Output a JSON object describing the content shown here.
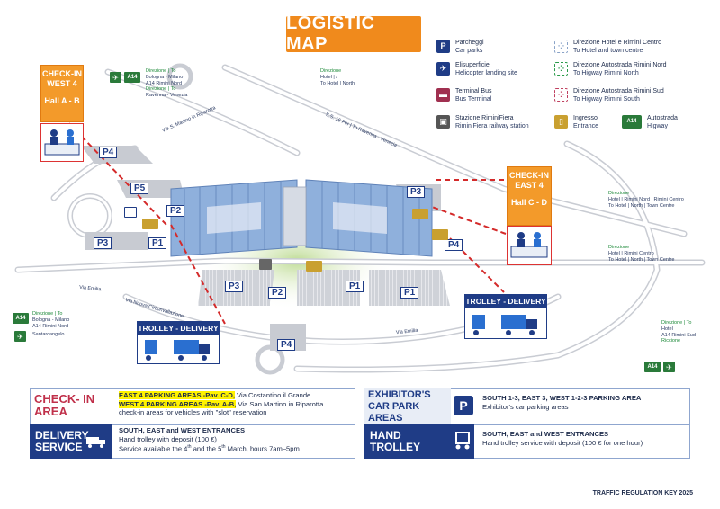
{
  "title": "LOGISTIC MAP",
  "legend": [
    {
      "icon": "parking-icon",
      "color": "#1f3c86",
      "glyph": "P",
      "line1": "Parcheggi",
      "line2": "Car parks"
    },
    {
      "icon": "helicopter-icon",
      "color": "#1f3c86",
      "glyph": "✈",
      "line1": "Elisuperficie",
      "line2": "Helicopter landing site"
    },
    {
      "icon": "bus-icon",
      "color": "#a03050",
      "glyph": "▬",
      "line1": "Terminal Bus",
      "line2": "Bus Terminal"
    },
    {
      "icon": "train-icon",
      "color": "#555555",
      "glyph": "▣",
      "line1": "Stazione RiminiFiera",
      "line2": "RiminiFiera railway station"
    },
    {
      "icon": "hotel-direction-icon",
      "color": "#ffffff",
      "glyph": "⁘",
      "line1": "Direzione Hotel e Rimini Centro",
      "line2": "To Hotel and town centre"
    },
    {
      "icon": "highway-north-icon",
      "color": "#ffffff",
      "glyph": "⁘",
      "line1": "Direzione Autostrada Rimini Nord",
      "line2": "To Higway Rimini North"
    },
    {
      "icon": "highway-south-icon",
      "color": "#ffffff",
      "glyph": "⁘",
      "line1": "Direzione Autostrada Rimini Sud",
      "line2": "To Higway Rimini South"
    },
    {
      "icon": "entrance-icon",
      "color": "#c9a030",
      "glyph": "▯",
      "line1": "Ingresso",
      "line2": "Entrance"
    },
    {
      "icon": "motorway-icon",
      "color": "#2a7a3a",
      "glyph": "A14",
      "line1": "Autostrada",
      "line2": "Higway"
    }
  ],
  "checkin_west": {
    "title_line1": "CHECK-IN",
    "title_line2": "WEST 4",
    "hall": "Hall A - B"
  },
  "checkin_east": {
    "title_line1": "CHECK-IN",
    "title_line2": "EAST 4",
    "hall": "Hall C - D"
  },
  "trolley_left": "TROLLEY  -  DELIVERY",
  "trolley_right": "TROLLEY   -  DELIVERY",
  "badges": {
    "a14": "A14",
    "plane": "✈"
  },
  "directions": {
    "top_left_1": "Direzione | To",
    "top_left_2": "Bologna - Milano",
    "top_left_3": "A14 Rimini Nord",
    "top_left_4": "Direzione | To",
    "top_left_5": "Ravenna - Venezia",
    "top_mid_1": "Direzione",
    "top_mid_2": "Hotel | /",
    "top_mid_3": "To Hotel | North",
    "right_1a": "Direzione",
    "right_1b": "Hotel | Rimini Nord | Rimini Centro",
    "right_1c": "To Hotel | North | Town Centre",
    "right_2a": "Direzione",
    "right_2b": "Hotel | Rimini Centro",
    "right_2c": "To Hotel | North | Town Centre",
    "right_3a": "Direzione | To",
    "right_3b": "Hotel",
    "right_3c": "A14 Rimini Sud",
    "right_3d": "Riccione",
    "left_1": "Direzione | To",
    "left_2": "Bologna - Milano",
    "left_3": "A14 Rimini Nord",
    "left_4": "Santarcangelo"
  },
  "roads": {
    "r1": "Via S. Martino in Riparotta",
    "r2": "S.S. 16 Per | To Ravenna - Venezia",
    "r3": "Via Emilia",
    "r4": "Via Nuova Circonvallazione",
    "r5": "Via Emilia"
  },
  "parkings": [
    "P4",
    "P5",
    "P2",
    "P3",
    "P1",
    "P3",
    "P2",
    "P1",
    "P1",
    "P3",
    "P4",
    "P4"
  ],
  "panel": {
    "checkin_label_1": "CHECK- IN",
    "checkin_label_2": "AREA",
    "east_hl": "EAST 4 PARKING AREAS  -Pav. C-D,",
    "east_rest": " Via Costantino il Grande",
    "west_hl": "WEST 4 PARKING AREAS  -Pav. A-B,",
    "west_rest": " Via San Martino in Riparotta",
    "checkin_note": "check-in areas for vehicles with \"slot\" reservation",
    "delivery_label_1": "DELIVERY",
    "delivery_label_2": "SERVICE",
    "delivery_b": "SOUTH, EAST and WEST ENTRANCES",
    "delivery_1": "Hand trolley with deposit (100 €)",
    "delivery_2a": "Service available the 4",
    "delivery_2b": "th",
    "delivery_2c": " and the 5",
    "delivery_2d": "th",
    "delivery_2e": " March, hours  7am–5pm",
    "exhibitor_label_1": "EXHIBITOR'S",
    "exhibitor_label_2": "CAR PARK AREAS",
    "exhibitor_b": "SOUTH 1-3, EAST 3, WEST 1-2-3 PARKING AREA",
    "exhibitor_1": "Exhibitor's car parking areas",
    "hand_label_1": "HAND",
    "hand_label_2": "TROLLEY",
    "hand_b": "SOUTH, EAST and WEST ENTRANCES",
    "hand_1": "Hand trolley service with deposit (100 € for one hour)"
  },
  "footer": "TRAFFIC REGULATION KEY 2025",
  "colors": {
    "orange": "#f08a1c",
    "navy": "#1f3c86",
    "hall_blue": "#7fa3d6",
    "parking": "#c8cbd2",
    "dash_red": "#d42a2a"
  }
}
